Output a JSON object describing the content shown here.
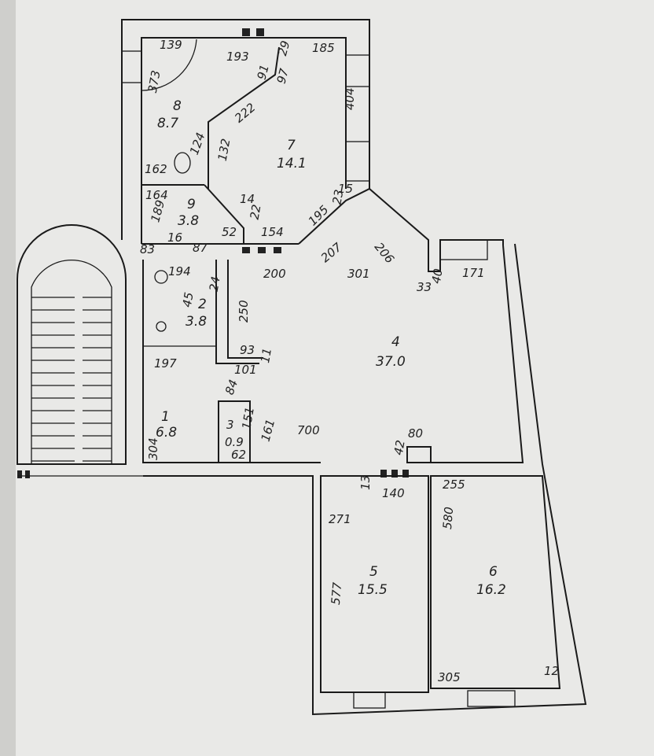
{
  "plan": {
    "rooms": [
      {
        "number": "1",
        "area": "6.8"
      },
      {
        "number": "2",
        "area": "3.8"
      },
      {
        "number": "3",
        "area": "0.9"
      },
      {
        "number": "4",
        "area": "37.0"
      },
      {
        "number": "5",
        "area": "15.5"
      },
      {
        "number": "6",
        "area": "16.2"
      },
      {
        "number": "7",
        "area": "14.1"
      },
      {
        "number": "8",
        "area": "8.7"
      },
      {
        "number": "9",
        "area": "3.8"
      }
    ],
    "dimensions": [
      "139",
      "193",
      "185",
      "373",
      "404",
      "222",
      "132",
      "124",
      "162",
      "164",
      "189",
      "14",
      "195",
      "154",
      "207",
      "206",
      "200",
      "301",
      "33",
      "171",
      "194",
      "250",
      "93",
      "101",
      "197",
      "84",
      "151",
      "161",
      "700",
      "80",
      "42",
      "304",
      "62",
      "13",
      "140",
      "255",
      "271",
      "580",
      "577",
      "305",
      "12",
      "22",
      "87",
      "52",
      "83",
      "16",
      "15",
      "23",
      "97",
      "91",
      "29",
      "40",
      "11",
      "45",
      "24"
    ]
  }
}
